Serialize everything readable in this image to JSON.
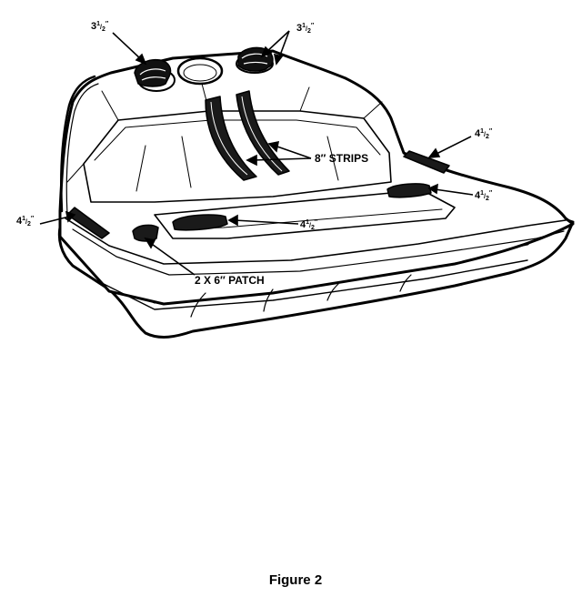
{
  "figure": {
    "caption": "Figure 2",
    "labels": {
      "top_left": {
        "whole": "3",
        "num": "1",
        "den": "2",
        "unit": "″"
      },
      "top_right": {
        "whole": "3",
        "num": "1",
        "den": "2",
        "unit": "″"
      },
      "right_upper": {
        "whole": "4",
        "num": "1",
        "den": "2",
        "unit": "″"
      },
      "right_lower": {
        "whole": "4",
        "num": "1",
        "den": "2",
        "unit": "″"
      },
      "center": {
        "whole": "4",
        "num": "1",
        "den": "2",
        "unit": "″"
      },
      "left": {
        "whole": "4",
        "num": "1",
        "den": "2",
        "unit": "″"
      },
      "strips": "8″ STRIPS",
      "patch": "2 X 6″ PATCH"
    }
  }
}
